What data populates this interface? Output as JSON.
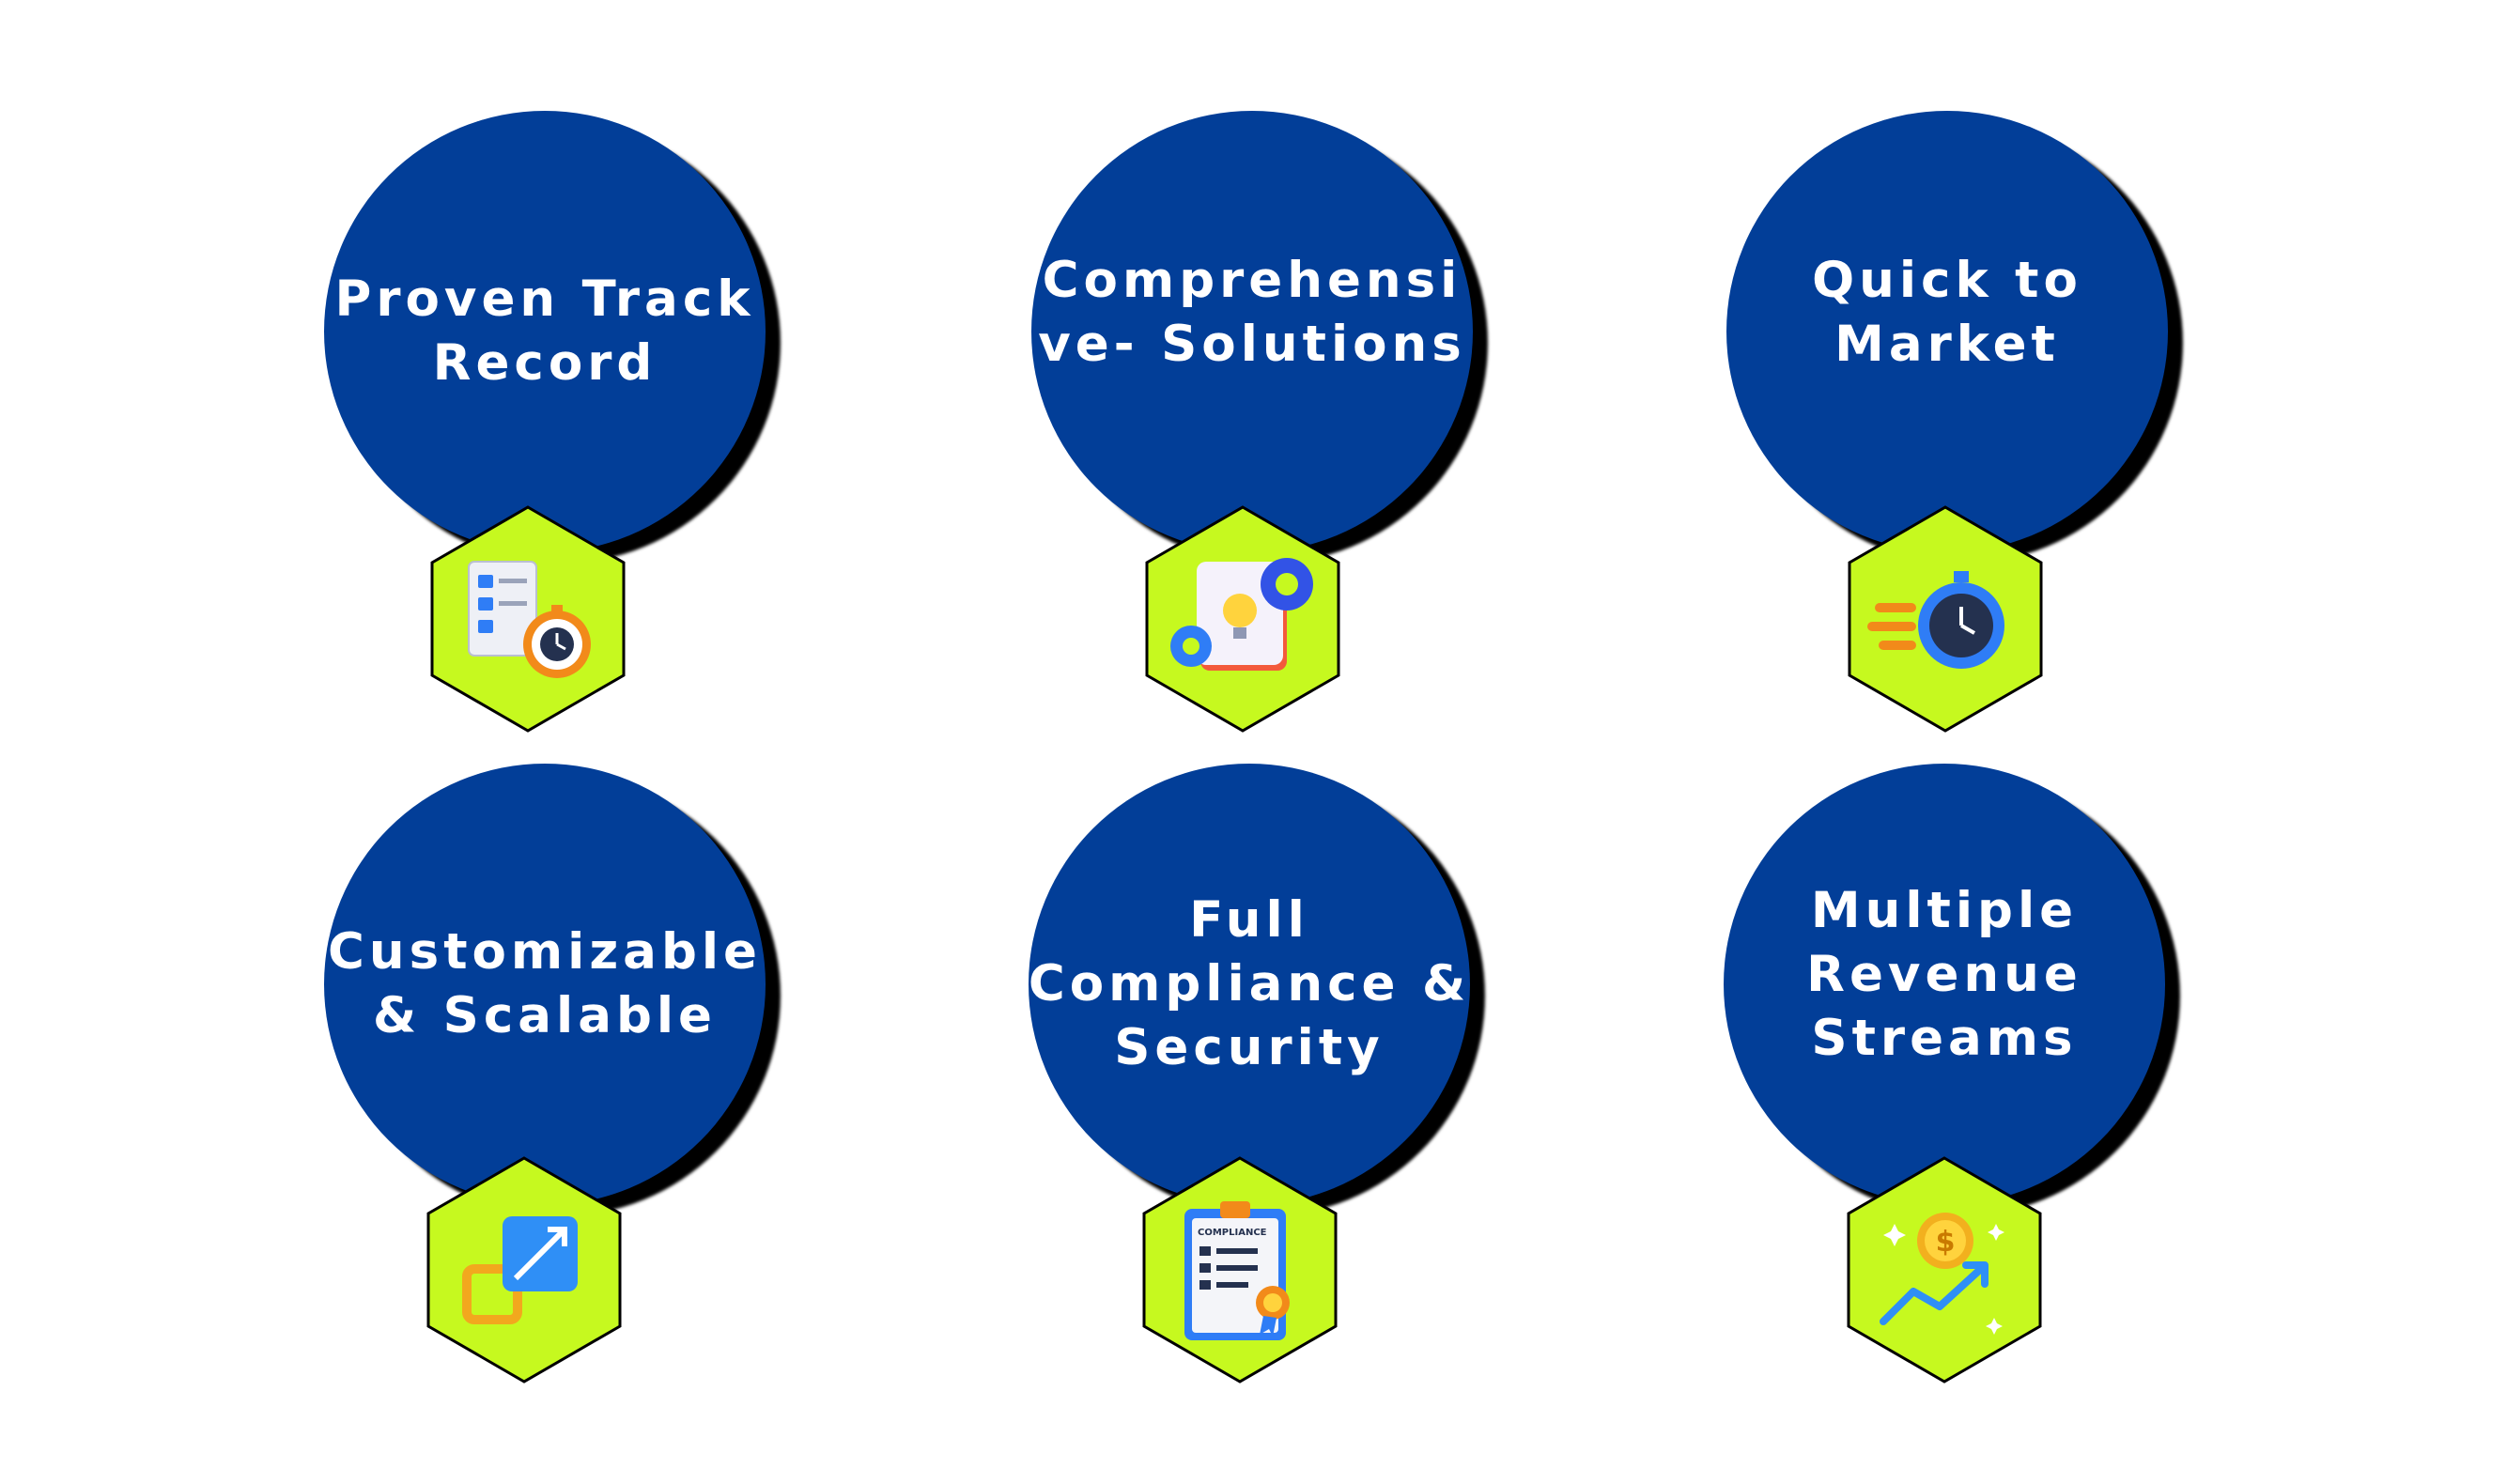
{
  "colors": {
    "circle": "#023e98",
    "shadow": "#000000",
    "text": "#ffffff",
    "hexagon": "#c6f91f",
    "hexagon_border": "#000000"
  },
  "items": [
    {
      "lines": [
        "Proven Track",
        "Record"
      ],
      "icon": "checklist-stopwatch-icon"
    },
    {
      "lines": [
        "Comprehensi",
        "ve- Solutions"
      ],
      "icon": "lightbulb-gears-icon"
    },
    {
      "lines": [
        "Quick to",
        "Market"
      ],
      "icon": "fast-stopwatch-icon"
    },
    {
      "lines": [
        "Customizable",
        "& Scalable"
      ],
      "icon": "resize-squares-icon"
    },
    {
      "lines": [
        "Full",
        "Compliance &",
        "Security"
      ],
      "icon": "compliance-clipboard-icon",
      "clipboard_label": "COMPLIANCE"
    },
    {
      "lines": [
        "Multiple",
        "Revenue",
        "Streams"
      ],
      "icon": "dollar-coin-growth-icon",
      "coin_symbol": "$"
    }
  ]
}
